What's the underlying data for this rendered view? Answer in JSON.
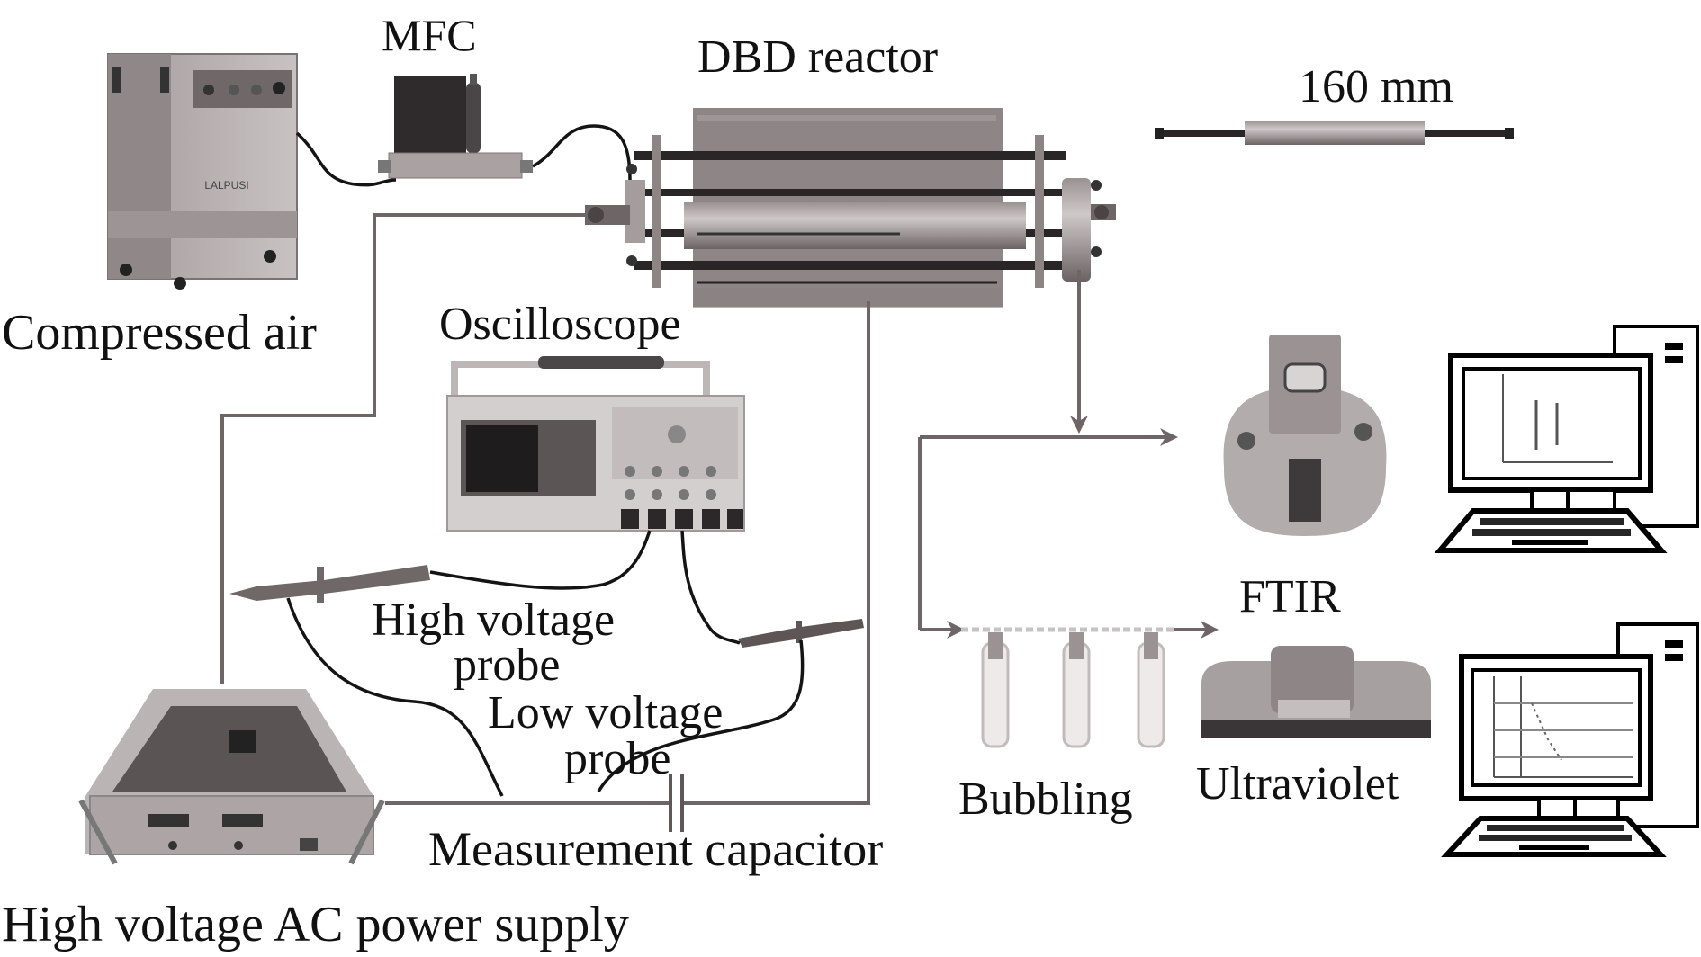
{
  "labels": {
    "compressed_air": "Compressed air",
    "mfc": "MFC",
    "dbd_reactor": "DBD reactor",
    "scale": "160 mm",
    "oscilloscope": "Oscilloscope",
    "hv_probe_line1": "High voltage",
    "hv_probe_line2": "probe",
    "lv_probe_line1": "Low voltage",
    "lv_probe_line2": "probe",
    "measurement_capacitor": "Measurement capacitor",
    "power_supply": "High voltage AC power supply",
    "ftir": "FTIR",
    "bubbling": "Bubbling",
    "ultraviolet": "Ultraviolet"
  },
  "colors": {
    "wire": "#6e6566",
    "equipment": "#8d8485",
    "text": "#111111"
  }
}
